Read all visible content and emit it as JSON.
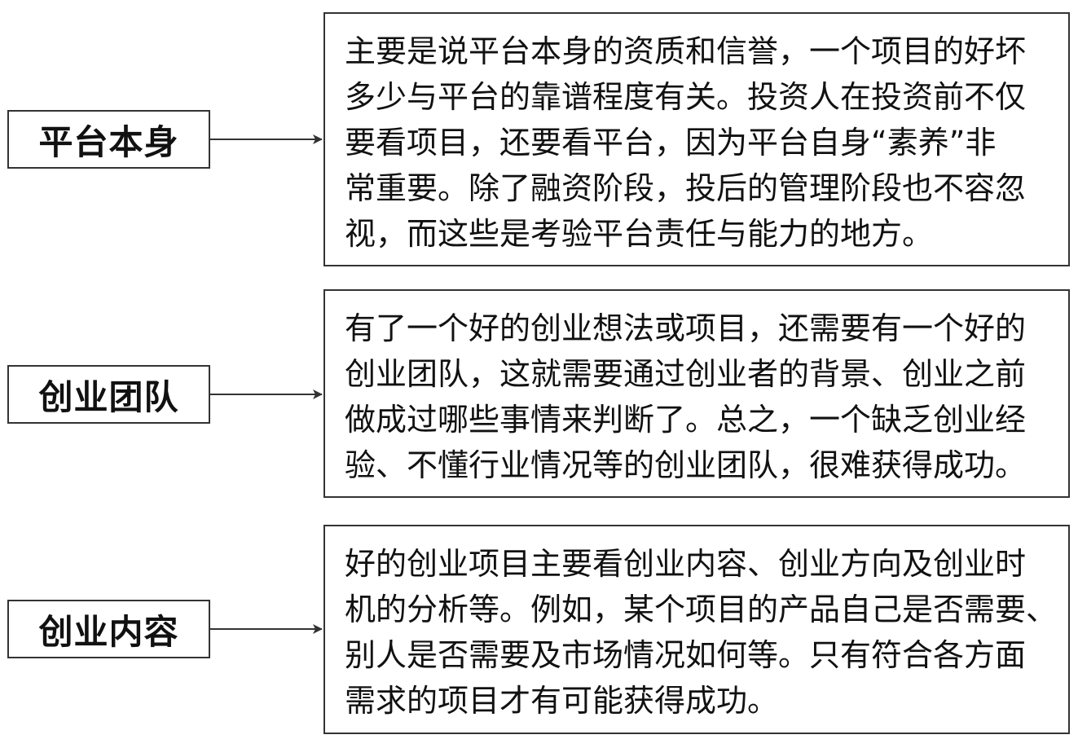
{
  "rows": [
    {
      "label": "平台本身",
      "lines": [
        "主要是说平台本身的资质和信誉，一个项目的好坏",
        "多少与平台的靠谱程度有关。投资人在投资前不仅",
        "要看项目，还要看平台，因为平台自身“素养”非",
        "常重要。除了融资阶段，投后的管理阶段也不容忽",
        "视，而这些是考验平台责任与能力的地方。"
      ]
    },
    {
      "label": "创业团队",
      "lines": [
        "有了一个好的创业想法或项目，还需要有一个好的",
        "创业团队，这就需要通过创业者的背景、创业之前",
        "做成过哪些事情来判断了。总之，一个缺乏创业经",
        "验、不懂行业情况等的创业团队，很难获得成功。"
      ]
    },
    {
      "label": "创业内容",
      "lines": [
        "好的创业项目主要看创业内容、创业方向及创业时",
        "机的分析等。例如，某个项目的产品自己是否需要、",
        "别人是否需要及市场情况如何等。只有符合各方面",
        "需求的项目才有可能获得成功。"
      ]
    }
  ]
}
